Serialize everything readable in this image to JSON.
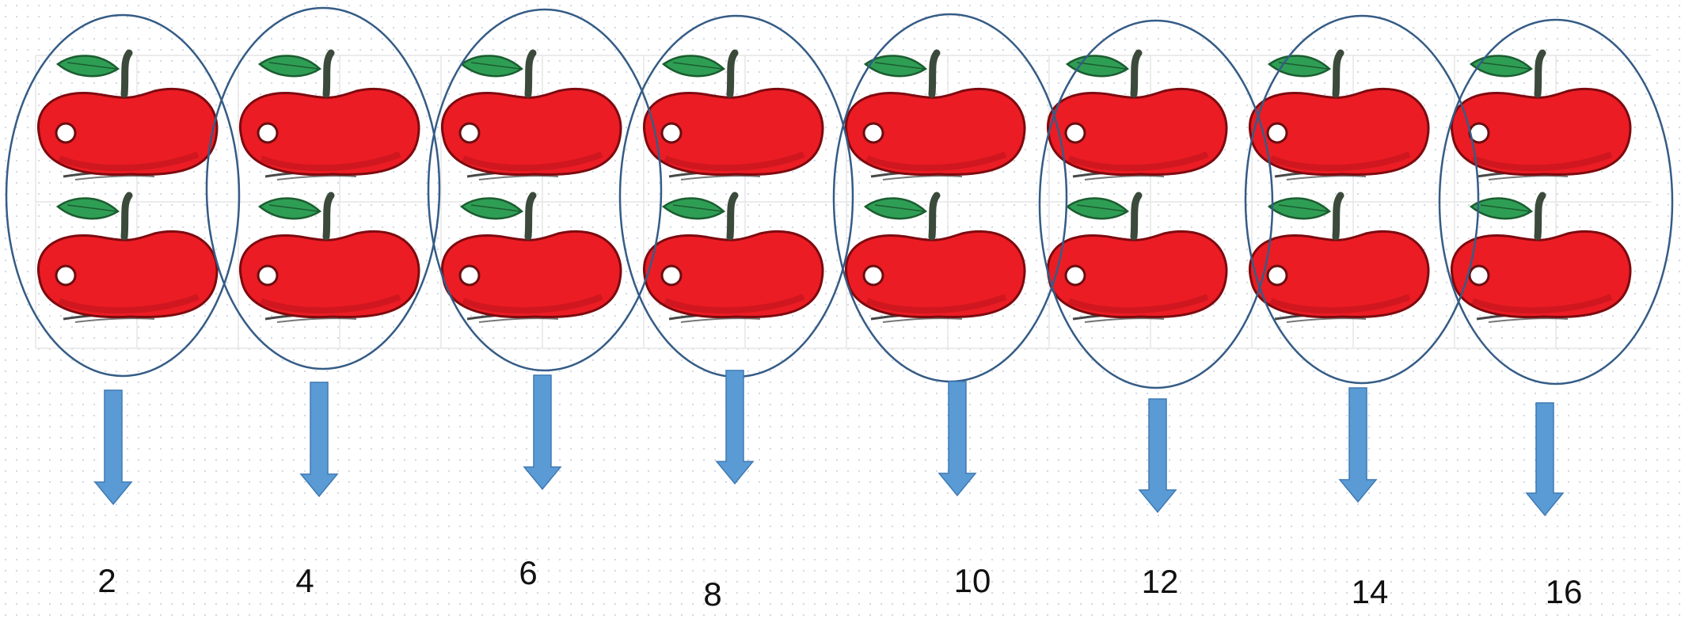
{
  "diagram": {
    "colors": {
      "ellipse_stroke": "#355c86",
      "arrow_fill": "#5b9bd5",
      "arrow_stroke": "#3f7ab3",
      "apple_body": "#ec1c24",
      "apple_outline": "#7d0a0f",
      "apple_highlight": "#ffffff",
      "leaf": "#2f9e55",
      "stem": "#3b4a3b",
      "grid_line": "#e6e6e6",
      "label": "#111111"
    },
    "groups": [
      {
        "apples": 2,
        "icon": "apple-icon",
        "label": "2"
      },
      {
        "apples": 2,
        "icon": "apple-icon",
        "label": "4"
      },
      {
        "apples": 2,
        "icon": "apple-icon",
        "label": "6"
      },
      {
        "apples": 2,
        "icon": "apple-icon",
        "label": "8"
      },
      {
        "apples": 2,
        "icon": "apple-icon",
        "label": "10"
      },
      {
        "apples": 2,
        "icon": "apple-icon",
        "label": "12"
      },
      {
        "apples": 2,
        "icon": "apple-icon",
        "label": "14"
      },
      {
        "apples": 2,
        "icon": "apple-icon",
        "label": "16"
      }
    ]
  }
}
